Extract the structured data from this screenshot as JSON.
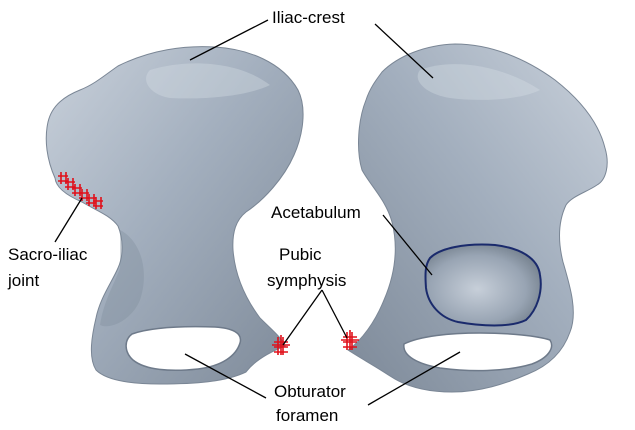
{
  "labels": {
    "iliac_crest": "Iliac-crest",
    "acetabulum": "Acetabulum",
    "sacro_iliac_line1": "Sacro-iliac",
    "sacro_iliac_line2": "joint",
    "pubic_line1": "Pubic",
    "pubic_line2": "symphysis",
    "obturator_line1": "Obturator",
    "obturator_line2": "foramen"
  },
  "colors": {
    "bone": "#9ba7b7",
    "bone_highlight": "#c3ccd6",
    "bone_shadow": "#6e7a8a",
    "foramen_fill": "#ffffff",
    "acetabulum_outline": "#1a2a6c",
    "marker": "#e0101a",
    "leader_line": "#000000"
  }
}
